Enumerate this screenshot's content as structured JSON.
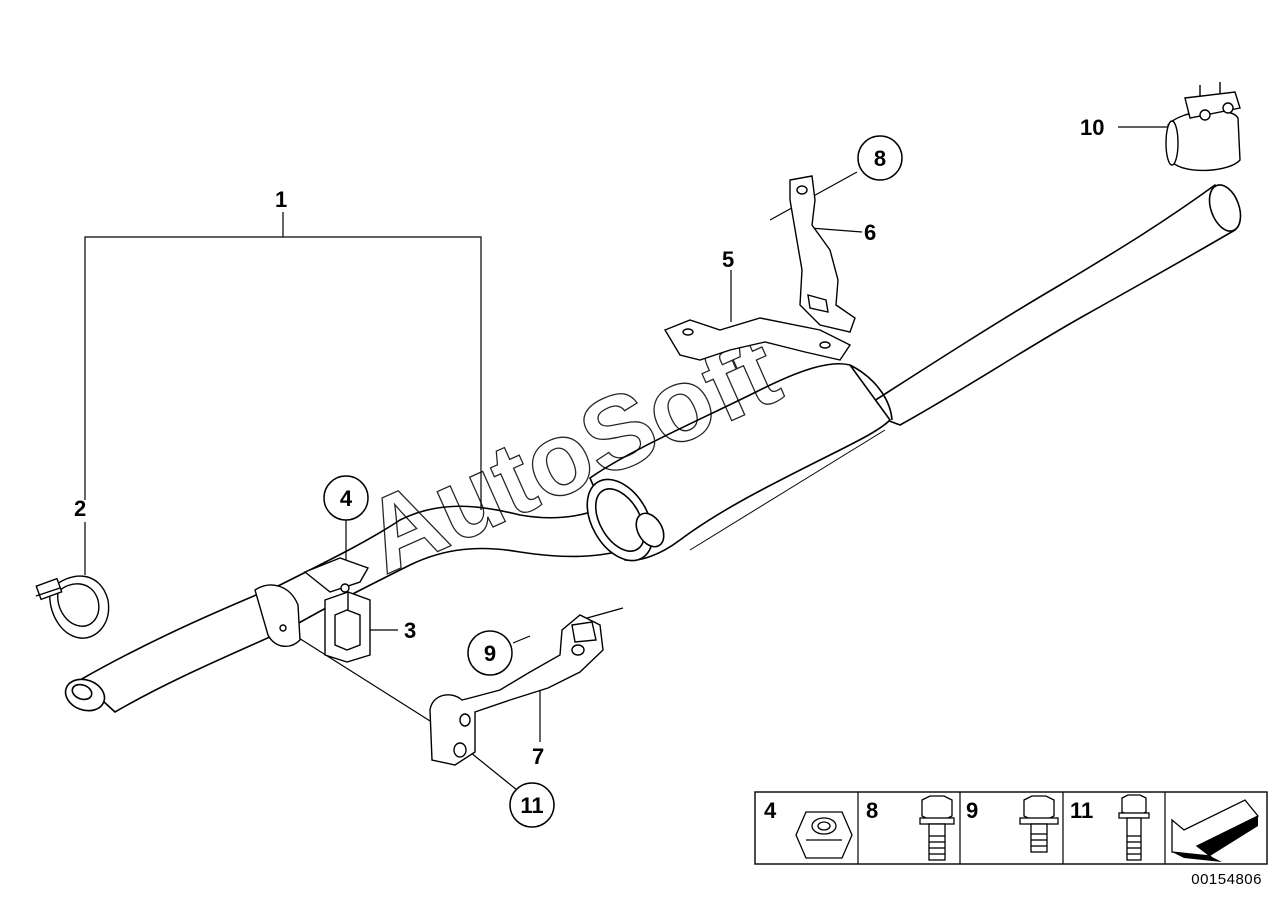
{
  "watermark": "AutoSoft",
  "diagram_number": "00154806",
  "callouts": [
    {
      "id": "1",
      "label": "1",
      "circled": false
    },
    {
      "id": "2",
      "label": "2",
      "circled": false
    },
    {
      "id": "3",
      "label": "3",
      "circled": false
    },
    {
      "id": "4",
      "label": "4",
      "circled": true
    },
    {
      "id": "5",
      "label": "5",
      "circled": false
    },
    {
      "id": "6",
      "label": "6",
      "circled": false
    },
    {
      "id": "7",
      "label": "7",
      "circled": false
    },
    {
      "id": "8",
      "label": "8",
      "circled": true
    },
    {
      "id": "9",
      "label": "9",
      "circled": true
    },
    {
      "id": "10",
      "label": "10",
      "circled": false
    },
    {
      "id": "11",
      "label": "11",
      "circled": true
    }
  ],
  "legend": {
    "items": [
      {
        "label": "4",
        "part": "hex-nut"
      },
      {
        "label": "8",
        "part": "hex-bolt"
      },
      {
        "label": "9",
        "part": "hex-bolt-short"
      },
      {
        "label": "11",
        "part": "hex-bolt-long"
      }
    ],
    "arrow_icon": "direction-arrow-icon"
  }
}
